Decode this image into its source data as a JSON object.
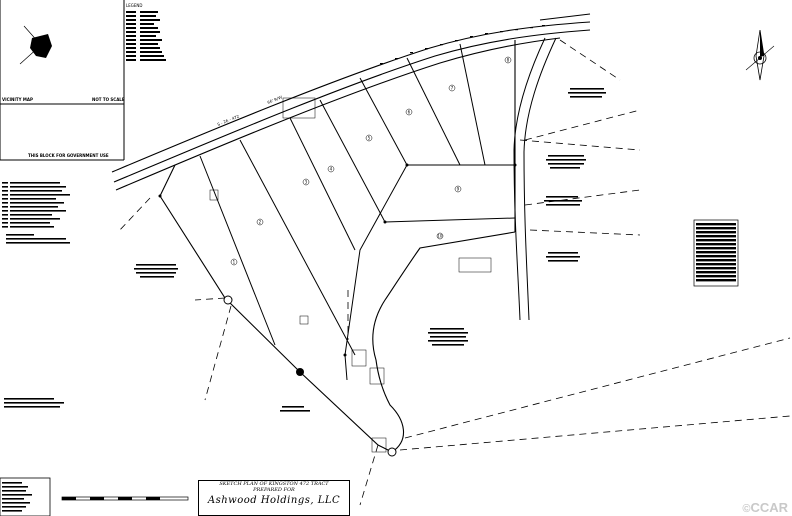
{
  "vicinity_map": {
    "title": "VICINITY MAP",
    "scale_note": "NOT TO SCALE",
    "gov_note": "THIS BLOCK FOR GOVERNMENT USE"
  },
  "road": {
    "label": "S - 26 - 472",
    "row": "66' R/W"
  },
  "title_block": {
    "line1": "SKETCH PLAN OF KINGSTON 472 TRACT",
    "line2": "PREPARED FOR",
    "owner": "Ashwood Holdings, LLC"
  },
  "lots": [
    "1",
    "2",
    "3",
    "4",
    "5",
    "6",
    "7",
    "8",
    "9",
    "10"
  ],
  "watermark": {
    "symbol": "©",
    "text": "CCAR"
  },
  "icons": [
    "north-arrow-icon",
    "vicinity-location-icon"
  ],
  "colors": {
    "linework": "#000000",
    "watermark": "#c9c9c9"
  }
}
